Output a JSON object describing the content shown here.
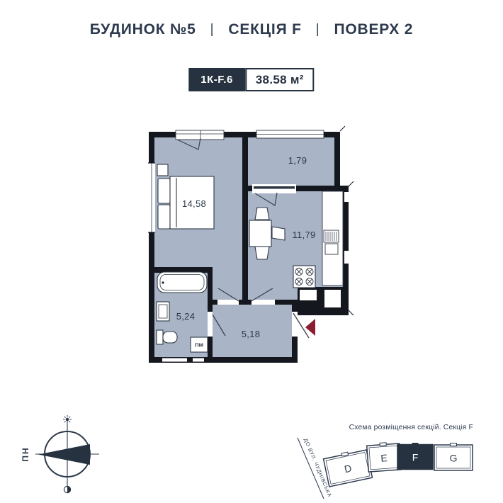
{
  "header": {
    "building": "БУДИНОК №5",
    "separator": "|",
    "section": "СЕКЦІЯ F",
    "floor": "ПОВЕРХ 2"
  },
  "badge": {
    "unit": "1К-F.6",
    "area": "38.58 м²"
  },
  "plan": {
    "rooms": [
      {
        "name": "living-room",
        "area": "14,58"
      },
      {
        "name": "balcony",
        "area": "1,79"
      },
      {
        "name": "kitchen",
        "area": "11,79"
      },
      {
        "name": "bathroom",
        "area": "5,24"
      },
      {
        "name": "hallway",
        "area": "5,18"
      }
    ],
    "washing_machine_label": "ПМ"
  },
  "compass": {
    "north_label": "ПН"
  },
  "scheme": {
    "caption": "Схема розміщення секцій. Секція F",
    "street_label": "ДО ВУЛ. ЧУДНІВСЬКА",
    "sections": [
      {
        "label": "D",
        "active": false
      },
      {
        "label": "E",
        "active": false
      },
      {
        "label": "F",
        "active": true
      },
      {
        "label": "G",
        "active": false
      }
    ]
  },
  "colors": {
    "navy": "#26323f",
    "wall": "#14171e",
    "room_fill": "#a9b4c6",
    "accent_red": "#8c1c30"
  }
}
